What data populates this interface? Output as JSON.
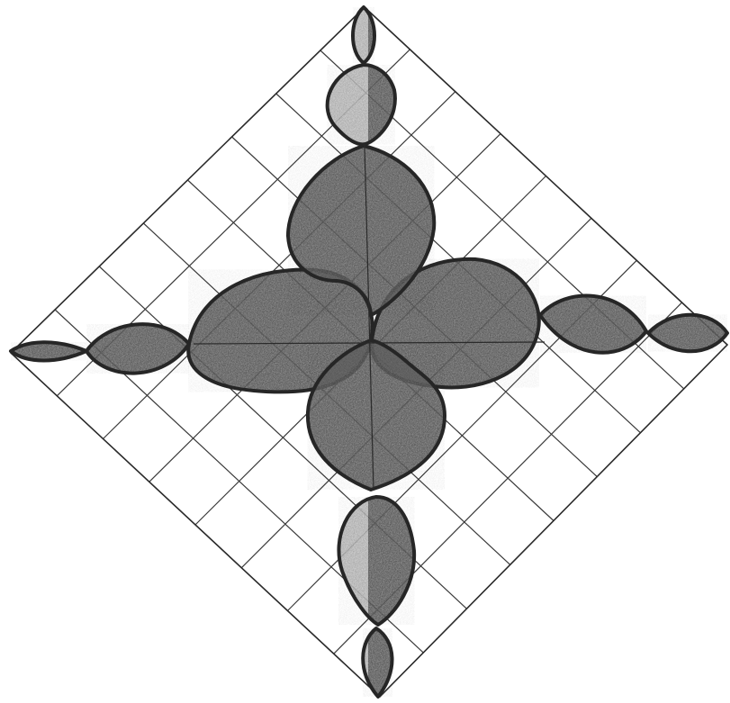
{
  "diagram": {
    "grid": {
      "divisions": 8
    },
    "petals": {
      "left_arm": [
        {
          "shade": "dark"
        },
        {
          "shade": "dark"
        },
        {
          "shade": "dark"
        }
      ],
      "right_arm": [
        {
          "shade": "dark"
        },
        {
          "shade": "dark"
        },
        {
          "shade": "dark"
        }
      ],
      "top_arm": [
        {
          "shade": "half"
        },
        {
          "shade": "half"
        },
        {
          "shade": "dark"
        }
      ],
      "bottom_arm": [
        {
          "shade": "half"
        },
        {
          "shade": "half"
        },
        {
          "shade": "dark"
        }
      ]
    },
    "colors": {
      "ink": "#262626",
      "dark_shade": "#6e6e6e",
      "light_shade": "#c8c8c8",
      "paper": "#ffffff"
    }
  }
}
